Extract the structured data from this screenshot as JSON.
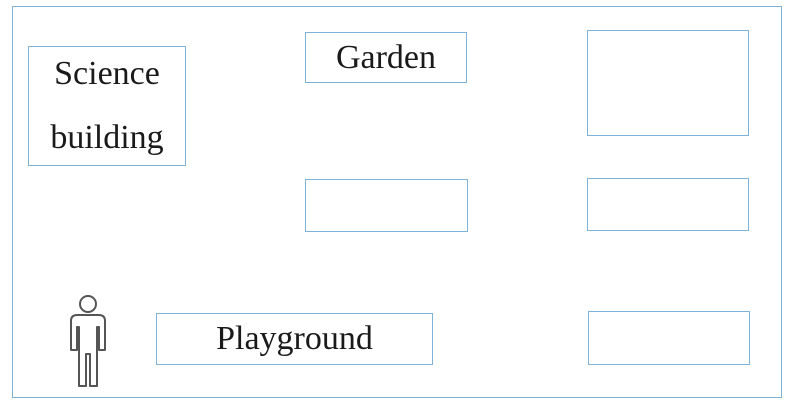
{
  "map": {
    "labeled_boxes": {
      "science": [
        "Science",
        "building"
      ],
      "garden": "Garden",
      "playground": "Playground"
    },
    "blank_boxes": [
      "",
      "",
      "",
      ""
    ],
    "person_icon": "person-icon",
    "colors": {
      "border": "#7fb2d6",
      "text": "#1a1a1a"
    }
  }
}
